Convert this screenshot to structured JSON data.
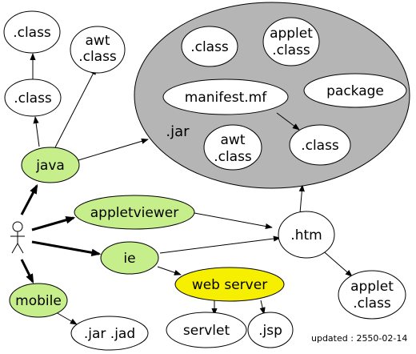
{
  "colors": {
    "green": "#c6ef8c",
    "yellow": "#f7ef00",
    "gray": "#b5b5b5",
    "white": "#ffffff"
  },
  "nodes": {
    "top_class": ".class",
    "mid_class": ".class",
    "java": "java",
    "awt_class_out": [
      "awt",
      ".class"
    ],
    "jar_label": ".jar",
    "jar_class_1": ".class",
    "jar_applet_class": [
      "applet",
      ".class"
    ],
    "jar_manifest": "manifest.mf",
    "jar_package": "package",
    "jar_awt_class": [
      "awt",
      ".class"
    ],
    "jar_class_2": ".class",
    "appletviewer": "appletviewer",
    "htm": ".htm",
    "ie": "ie",
    "web_server": "web server",
    "servlet": "servlet",
    "jsp": ".jsp",
    "mobile": "mobile",
    "jar_jad": ".jar .jad",
    "applet_class_out": [
      "applet",
      ".class"
    ]
  },
  "footer": {
    "updated": "updated : 2550-02-14"
  }
}
